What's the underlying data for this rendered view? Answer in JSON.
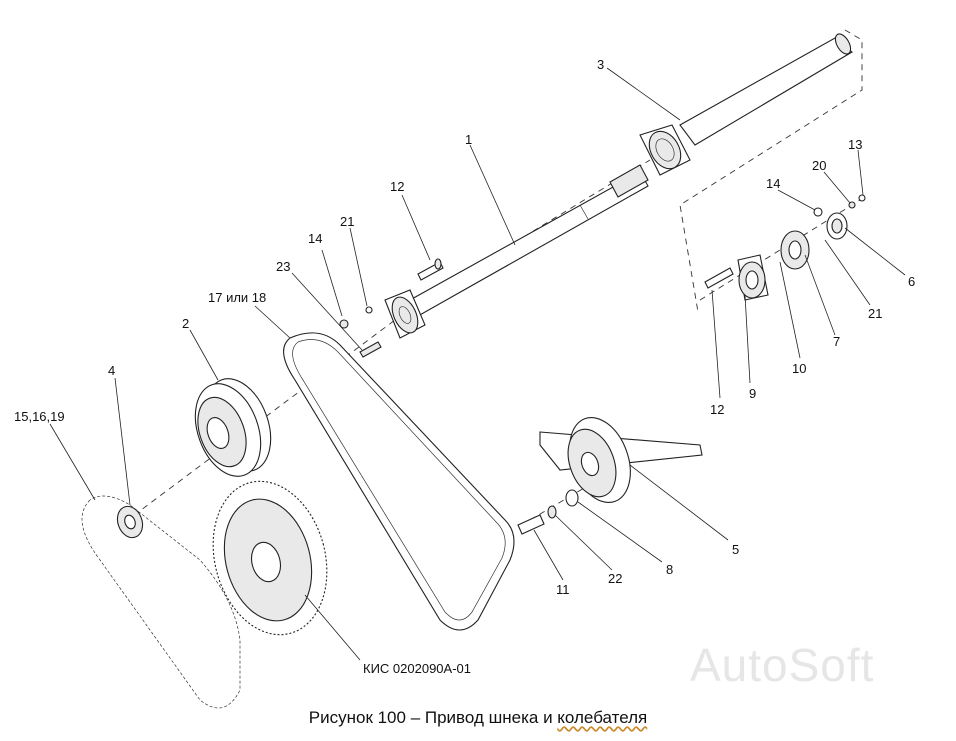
{
  "caption": {
    "prefix": "Рисунок 100 – Привод шнека и ",
    "last_word": "колебателя"
  },
  "assembly_code": "КИС 0202090А-01",
  "watermark": "AutoSoft",
  "labels": {
    "l1": "1",
    "l2": "2",
    "l3": "3",
    "l4": "4",
    "l5": "5",
    "l6": "6",
    "l7": "7",
    "l8": "8",
    "l9": "9",
    "l10": "10",
    "l11": "11",
    "l12_shaft": "12",
    "l12_bearing": "12",
    "l13": "13",
    "l14_shaft": "14",
    "l14_bearing": "14",
    "l15": "15,16,19",
    "l17": "17 или 18",
    "l20": "20",
    "l21_shaft": "21",
    "l21_bearing": "21",
    "l22": "22",
    "l23": "23"
  }
}
